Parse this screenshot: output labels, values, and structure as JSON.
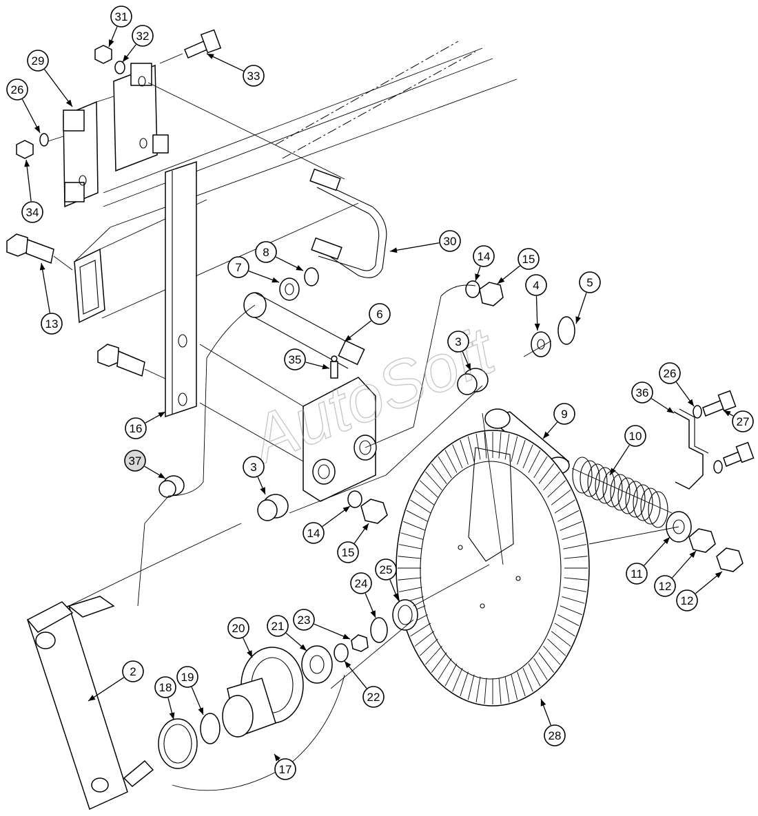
{
  "watermark": "AutoSoft",
  "callouts": [
    {
      "id": "c31",
      "label": "31"
    },
    {
      "id": "c32",
      "label": "32"
    },
    {
      "id": "c33",
      "label": "33"
    },
    {
      "id": "c29",
      "label": "29"
    },
    {
      "id": "c26a",
      "label": "26"
    },
    {
      "id": "c34",
      "label": "34"
    },
    {
      "id": "c30",
      "label": "30"
    },
    {
      "id": "c8",
      "label": "8"
    },
    {
      "id": "c7",
      "label": "7"
    },
    {
      "id": "c14a",
      "label": "14"
    },
    {
      "id": "c15a",
      "label": "15"
    },
    {
      "id": "c4",
      "label": "4"
    },
    {
      "id": "c5",
      "label": "5"
    },
    {
      "id": "c13",
      "label": "13"
    },
    {
      "id": "c6",
      "label": "6"
    },
    {
      "id": "c35",
      "label": "35"
    },
    {
      "id": "c3a",
      "label": "3"
    },
    {
      "id": "c16",
      "label": "16"
    },
    {
      "id": "c9",
      "label": "9"
    },
    {
      "id": "c26b",
      "label": "26"
    },
    {
      "id": "c36",
      "label": "36"
    },
    {
      "id": "c27",
      "label": "27"
    },
    {
      "id": "c10",
      "label": "10"
    },
    {
      "id": "c37",
      "label": "37"
    },
    {
      "id": "c3b",
      "label": "3"
    },
    {
      "id": "c14b",
      "label": "14"
    },
    {
      "id": "c15b",
      "label": "15"
    },
    {
      "id": "c11",
      "label": "11"
    },
    {
      "id": "c12a",
      "label": "12"
    },
    {
      "id": "c12b",
      "label": "12"
    },
    {
      "id": "c25",
      "label": "25"
    },
    {
      "id": "c24",
      "label": "24"
    },
    {
      "id": "c20",
      "label": "20"
    },
    {
      "id": "c21",
      "label": "21"
    },
    {
      "id": "c23",
      "label": "23"
    },
    {
      "id": "c22",
      "label": "22"
    },
    {
      "id": "c2",
      "label": "2"
    },
    {
      "id": "c18",
      "label": "18"
    },
    {
      "id": "c19",
      "label": "19"
    },
    {
      "id": "c17",
      "label": "17"
    },
    {
      "id": "c28",
      "label": "28"
    }
  ]
}
